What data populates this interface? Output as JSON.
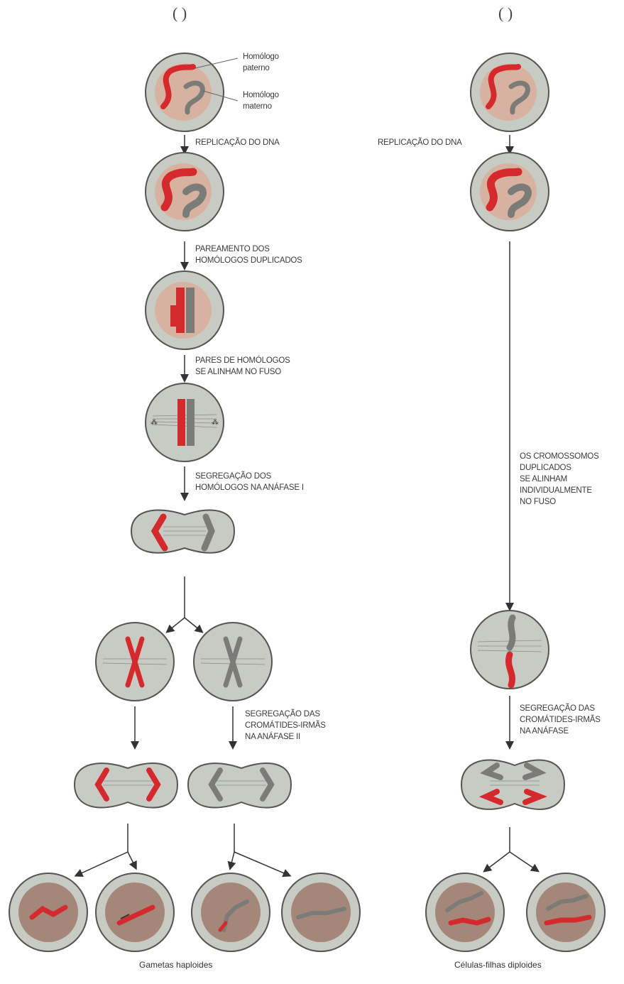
{
  "columns": {
    "left_header": "( )",
    "right_header": "( )"
  },
  "labels": {
    "paternal": "Homólogo\npaterno",
    "maternal": "Homólogo\nmaterno",
    "dna_replication_left": "REPLICAÇÃO DO DNA",
    "dna_replication_right": "REPLICAÇÃO DO DNA",
    "pairing": "PAREAMENTO DOS\nHOMÓLOGOS DUPLICADOS",
    "align_pairs": "PARES DE HOMÓLOGOS\nSE ALINHAM NO FUSO",
    "anaphase_one": "SEGREGAÇÃO DOS\nHOMÓLOGOS NA ANÁFASE I",
    "anaphase_two": "SEGREGAÇÃO DAS\nCROMÁTIDES-IRMÃS\nNA ANÁFASE II",
    "individual_align": "OS CROMOSSOMOS\nDUPLICADOS\nSE ALINHAM\nINDIVIDUALMENTE\nNO FUSO",
    "mitosis_anaphase": "SEGREGAÇÃO DAS\nCROMÁTIDES-IRMÃS\nNA ANÁFASE"
  },
  "captions": {
    "left": "Gametas haploides",
    "right": "Células-filhas diploides"
  },
  "colors": {
    "red": "#d42a2e",
    "gray": "#7b7c78",
    "cell_fill": "#c8cbc3",
    "cell_stroke": "#555555",
    "nucleus": "#d8b2a0",
    "nucleus_dark": "#a5877a",
    "arrow": "#333333"
  }
}
